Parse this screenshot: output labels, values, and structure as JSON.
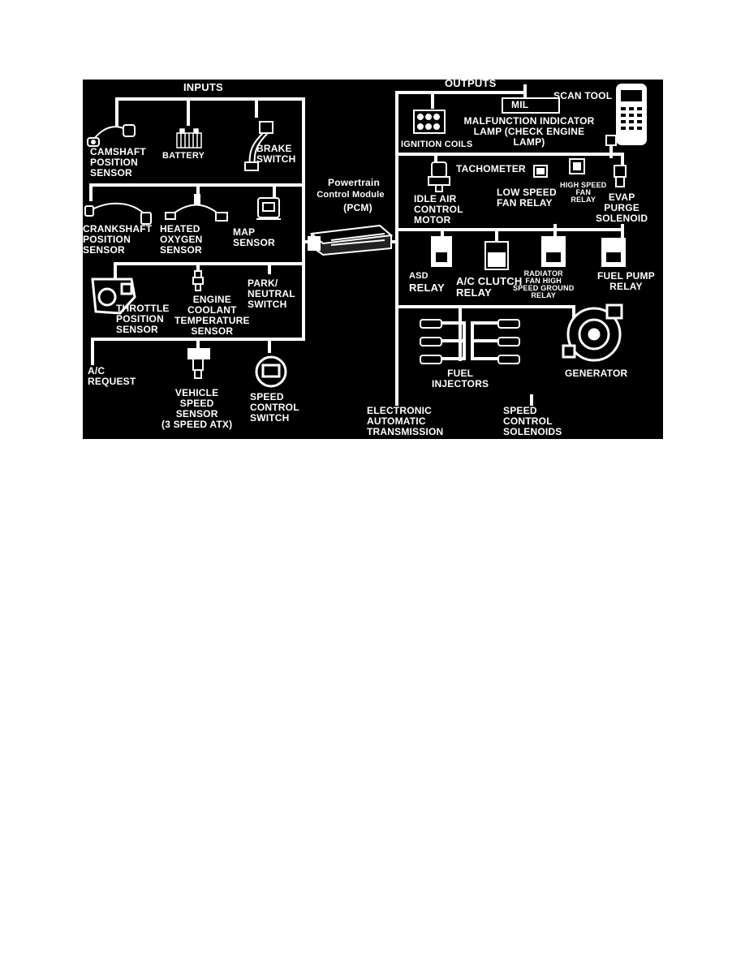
{
  "inputs_header": "INPUTS",
  "outputs_header": "OUTPUTS",
  "pcm": {
    "line1": "Powertrain",
    "line2": "Control Module",
    "line3": "(PCM)"
  },
  "inputs": {
    "camshaft": "CAMSHAFT\nPOSITION\nSENSOR",
    "battery": "BATTERY",
    "brake": "BRAKE\nSWITCH",
    "crankshaft": "CRANKSHAFT\nPOSITION\nSENSOR",
    "oxygen": "HEATED\nOXYGEN\nSENSOR",
    "map": "MAP\nSENSOR",
    "throttle": "THROTTLE\nPOSITION\nSENSOR",
    "coolant": "ENGINE\nCOOLANT\nTEMPERATURE\nSENSOR",
    "park_neutral": "PARK/\nNEUTRAL\nSWITCH",
    "ac_request": "A/C\nREQUEST",
    "vehicle_speed": "VEHICLE\nSPEED\nSENSOR\n(3 SPEED ATX)",
    "speed_control_switch": "SPEED\nCONTROL\nSWITCH"
  },
  "outputs": {
    "mil_box": "MIL",
    "scan_tool": "SCAN TOOL",
    "mil_lamp": "MALFUNCTION INDICATOR\nLAMP (CHECK ENGINE\nLAMP)",
    "ignition_coils": "IGNITION COILS",
    "tachometer": "TACHOMETER",
    "idle_air": "IDLE AIR\nCONTROL\nMOTOR",
    "low_speed_fan": "LOW SPEED\nFAN RELAY",
    "high_speed_fan": "HIGH SPEED\nFAN\nRELAY",
    "evap": "EVAP\nPURGE\nSOLENOID",
    "asd_relay_top": "ASD",
    "asd_relay_bottom": "RELAY",
    "ac_clutch": "A/C CLUTCH\nRELAY",
    "radiator_fan": "RADIATOR\nFAN HIGH\nSPEED GROUND\nRELAY",
    "fuel_pump": "FUEL PUMP\nRELAY",
    "fuel_injectors": "FUEL\nINJECTORS",
    "generator": "GENERATOR",
    "eat": "ELECTRONIC\nAUTOMATIC\nTRANSMISSION",
    "speed_control_solenoids": "SPEED\nCONTROL\nSOLENOIDS"
  },
  "colors": {
    "background": "#000000",
    "wire": "#ffffff",
    "page": "#ffffff"
  }
}
